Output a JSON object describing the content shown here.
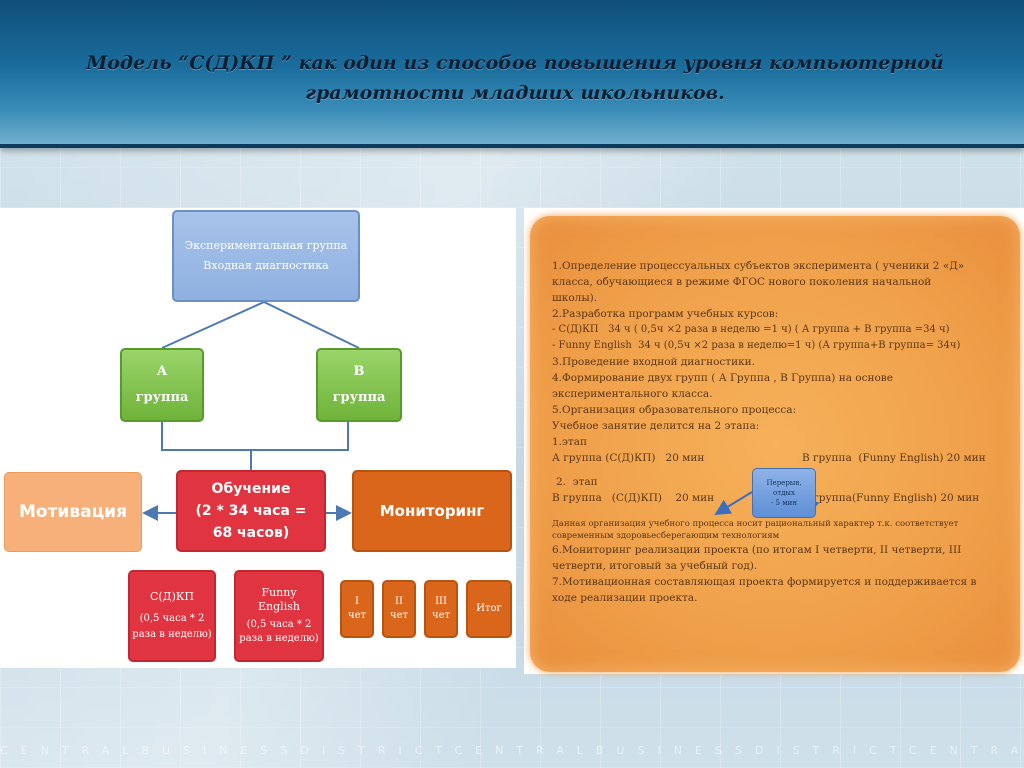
{
  "title": {
    "line1": "Модель “С(Д)КП ” как один из способов повышения уровня компьютерной",
    "line2": "грамотности младших школьников."
  },
  "footer": {
    "text": "CENTRALBUSINESSDISTRICTCENTRALBUSINESSDISTRICTCENTRA"
  },
  "diagram": {
    "experimental_group": {
      "line1": "Экспериментальная группа",
      "line2": "Входная диагностика"
    },
    "group_a": {
      "line1": "А",
      "line2": "группа"
    },
    "group_b": {
      "line1": "В",
      "line2": "группа"
    },
    "motivation": "Мотивация",
    "learning": {
      "line1": "Обучение",
      "line2": "(2 * 34 часа =",
      "line3": "68 часов)"
    },
    "monitoring": "Мониторинг",
    "sdkp": {
      "line1": "С(Д)КП",
      "line2": "(0,5 часа * 2",
      "line3": "раза в неделю)"
    },
    "funny": {
      "line1": "Funny",
      "line2": "English",
      "line3": "(0,5 часа * 2",
      "line4": "раза в неделю)"
    },
    "quarters": [
      {
        "num": "I",
        "label": "чет"
      },
      {
        "num": "II",
        "label": "чет"
      },
      {
        "num": "III",
        "label": "чет"
      },
      {
        "num": "",
        "label": "Итог"
      }
    ]
  },
  "plan": {
    "items": [
      "1.Определение процессуальных субъектов эксперимента ( ученики 2 «Д»",
      "класса, обучающиеся в режиме ФГОС нового поколения начальной",
      "школы).",
      "2.Разработка программ учебных курсов:",
      "- С(Д)КП   34 ч ( 0,5ч ×2 раза в неделю =1 ч) ( А группа + В группа =34 ч)",
      "- Funny English  34 ч (0,5ч ×2 раза в неделю=1 ч) (А группа+В группа= 34ч)",
      "3.Проведение входной диагностики.",
      "4.Формирование двух групп ( А Группа , В Группа) на основе",
      "экспериментального класса.",
      "5.Организация образовательного процесса:",
      "Учебное занятие делится на 2 этапа:",
      "1.этап"
    ],
    "stage1_left": "А группа (С(Д)КП)   20 мин",
    "stage1_right": "В группа  (Funny English) 20 мин",
    "stage2_label": "2.  этап",
    "stage2_left": "В группа   (С(Д)КП)    20 мин",
    "stage2_right": "А группа(Funny English) 20 мин",
    "break_box": {
      "line1": "Перерыв,",
      "line2": "отдых",
      "line3": "- 5 мин"
    },
    "note_line1": "Данная организация учебного процесса носит рациональный характер т.к. соответствует",
    "note_line2": "современным здоровьесберегающим технологиям",
    "items_end": [
      "6.Мониторинг реализации проекта (по итогам I четверти, II четверти, III",
      "четверти, итоговый за учебный год).",
      "7.Мотивационная составляющая проекта формируется и поддерживается в",
      "ходе реализации проекта."
    ]
  },
  "colors": {
    "header": "#1a6c9c",
    "group_green": "#6fb33a",
    "learning_red": "#e03540",
    "monitoring_orange": "#d9661a",
    "motivation_peach": "#f7b07a",
    "panel_orange": "#f0a04a",
    "connector_blue": "#4d79b3"
  }
}
